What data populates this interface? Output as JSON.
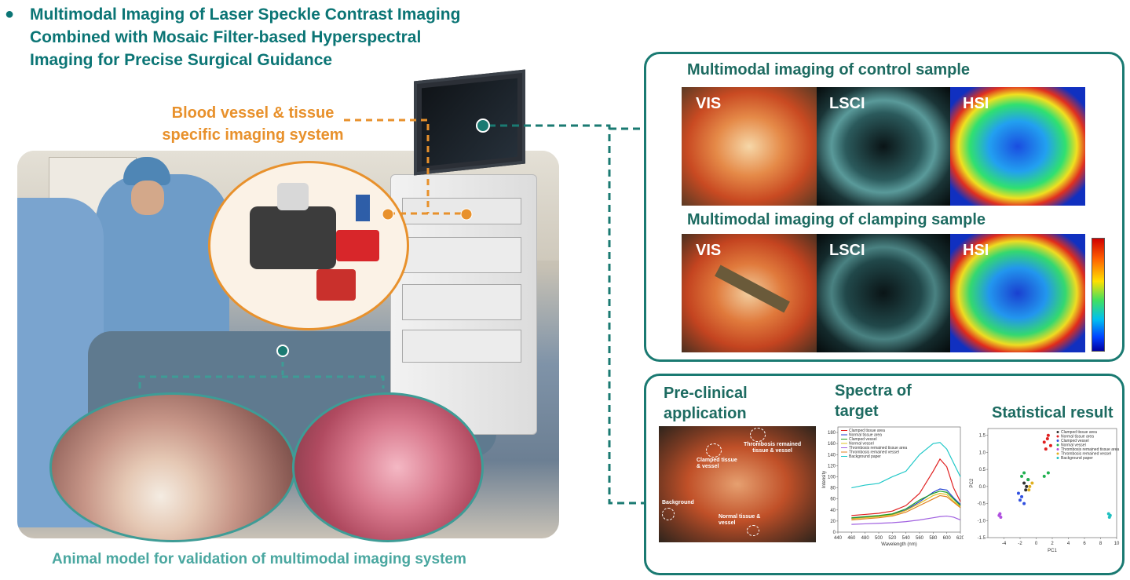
{
  "title": {
    "bullet": "●",
    "lines": [
      "Multimodal Imaging of Laser Speckle Contrast Imaging",
      "Combined with Mosaic Filter-based Hyperspectral",
      "Imaging for Precise Surgical Guidance"
    ]
  },
  "system_label": {
    "line1": "Blood vessel & tissue",
    "line2": "specific imaging system"
  },
  "animal_caption": "Animal model for validation of multimodal imaging system",
  "multimodal": {
    "control_title": "Multimodal imaging of control sample",
    "clamping_title": "Multimodal imaging of clamping sample",
    "modalities": [
      "VIS",
      "LSCI",
      "HSI"
    ]
  },
  "bottom": {
    "preclinical": [
      "Pre-clinical",
      "application"
    ],
    "spectra": [
      "Spectra of",
      "target"
    ],
    "statistical": "Statistical result",
    "photo_labels": {
      "clamped": [
        "Clamped tissue",
        "& vessel"
      ],
      "thrombosis": [
        "Thrombosis remained",
        "tissue & vessel"
      ],
      "background": "Background",
      "normal": [
        "Normal tissue &",
        "vessel"
      ]
    }
  },
  "colors": {
    "teal": "#0b7575",
    "orange": "#e8912c",
    "panel_border": "#1a7a72"
  },
  "chart_data": [
    {
      "type": "line",
      "xlabel": "Wavelength (nm)",
      "ylabel": "Intensity",
      "xlim": [
        440,
        620
      ],
      "ylim": [
        0,
        190
      ],
      "xticks": [
        "440",
        "460",
        "480",
        "500",
        "520",
        "540",
        "560",
        "580",
        "600",
        "620"
      ],
      "yticks": [
        "0",
        "20",
        "40",
        "60",
        "80",
        "100",
        "120",
        "140",
        "160",
        "180"
      ],
      "x": [
        460,
        480,
        500,
        520,
        540,
        560,
        580,
        590,
        600,
        610,
        620
      ],
      "series": [
        {
          "name": "Clamped tissue area",
          "color": "#e02020",
          "values": [
            30,
            32,
            34,
            38,
            48,
            70,
            110,
            132,
            118,
            80,
            55
          ]
        },
        {
          "name": "Normal tissue area",
          "color": "#2040d0",
          "values": [
            25,
            27,
            29,
            32,
            40,
            55,
            72,
            78,
            76,
            62,
            50
          ]
        },
        {
          "name": "Clamped vessel",
          "color": "#20a020",
          "values": [
            26,
            28,
            30,
            33,
            42,
            58,
            70,
            74,
            72,
            60,
            48
          ]
        },
        {
          "name": "Normal vessel",
          "color": "#e0c020",
          "values": [
            24,
            26,
            28,
            31,
            39,
            52,
            66,
            70,
            68,
            56,
            46
          ]
        },
        {
          "name": "Thrombosis remained tissue area",
          "color": "#a060e0",
          "values": [
            14,
            15,
            16,
            17,
            19,
            22,
            26,
            28,
            29,
            27,
            22
          ]
        },
        {
          "name": "Thrombosis remained vessel",
          "color": "#e08020",
          "values": [
            22,
            24,
            26,
            29,
            36,
            48,
            60,
            66,
            64,
            54,
            44
          ]
        },
        {
          "name": "Background paper",
          "color": "#20c8c8",
          "values": [
            80,
            85,
            88,
            100,
            110,
            140,
            160,
            162,
            150,
            125,
            100
          ]
        }
      ]
    },
    {
      "type": "scatter",
      "xlabel": "PC1",
      "ylabel": "PC2",
      "xlim": [
        -6,
        10
      ],
      "ylim": [
        -1.5,
        1.7
      ],
      "xticks": [
        "-4",
        "-2",
        "0",
        "2",
        "4",
        "6",
        "8",
        "10"
      ],
      "yticks": [
        "-1.5",
        "-1.0",
        "-0.5",
        "0.0",
        "0.5",
        "1.0",
        "1.5"
      ],
      "series": [
        {
          "name": "Clamped tissue area",
          "color": "#303030",
          "points": [
            [
              -1.5,
              0.1
            ],
            [
              -1.2,
              0.0
            ],
            [
              -1.0,
              0.2
            ],
            [
              -1.3,
              -0.1
            ]
          ]
        },
        {
          "name": "Normal tissue area",
          "color": "#e02020",
          "points": [
            [
              1.0,
              1.3
            ],
            [
              1.5,
              1.5
            ],
            [
              1.2,
              1.1
            ],
            [
              1.8,
              1.2
            ],
            [
              1.4,
              1.4
            ]
          ]
        },
        {
          "name": "Clamped vessel",
          "color": "#3050e0",
          "points": [
            [
              -2.0,
              -0.4
            ],
            [
              -1.8,
              -0.3
            ],
            [
              -1.5,
              -0.5
            ],
            [
              -2.2,
              -0.2
            ]
          ]
        },
        {
          "name": "Normal vessel",
          "color": "#20b050",
          "points": [
            [
              -1.8,
              0.3
            ],
            [
              -1.5,
              0.4
            ],
            [
              -1.0,
              0.2
            ],
            [
              1.0,
              0.3
            ],
            [
              1.5,
              0.4
            ]
          ]
        },
        {
          "name": "Thrombosis remained tissue area",
          "color": "#b050e0",
          "points": [
            [
              -4.5,
              -0.8
            ],
            [
              -4.4,
              -0.9
            ],
            [
              -4.6,
              -0.85
            ]
          ]
        },
        {
          "name": "Thrombosis remained vessel",
          "color": "#e0b020",
          "points": [
            [
              -0.8,
              0.0
            ],
            [
              -0.5,
              0.1
            ],
            [
              -0.9,
              -0.1
            ]
          ]
        },
        {
          "name": "Background paper",
          "color": "#20c0c0",
          "points": [
            [
              9.0,
              -0.8
            ],
            [
              9.2,
              -0.85
            ],
            [
              9.1,
              -0.9
            ]
          ]
        }
      ]
    }
  ]
}
